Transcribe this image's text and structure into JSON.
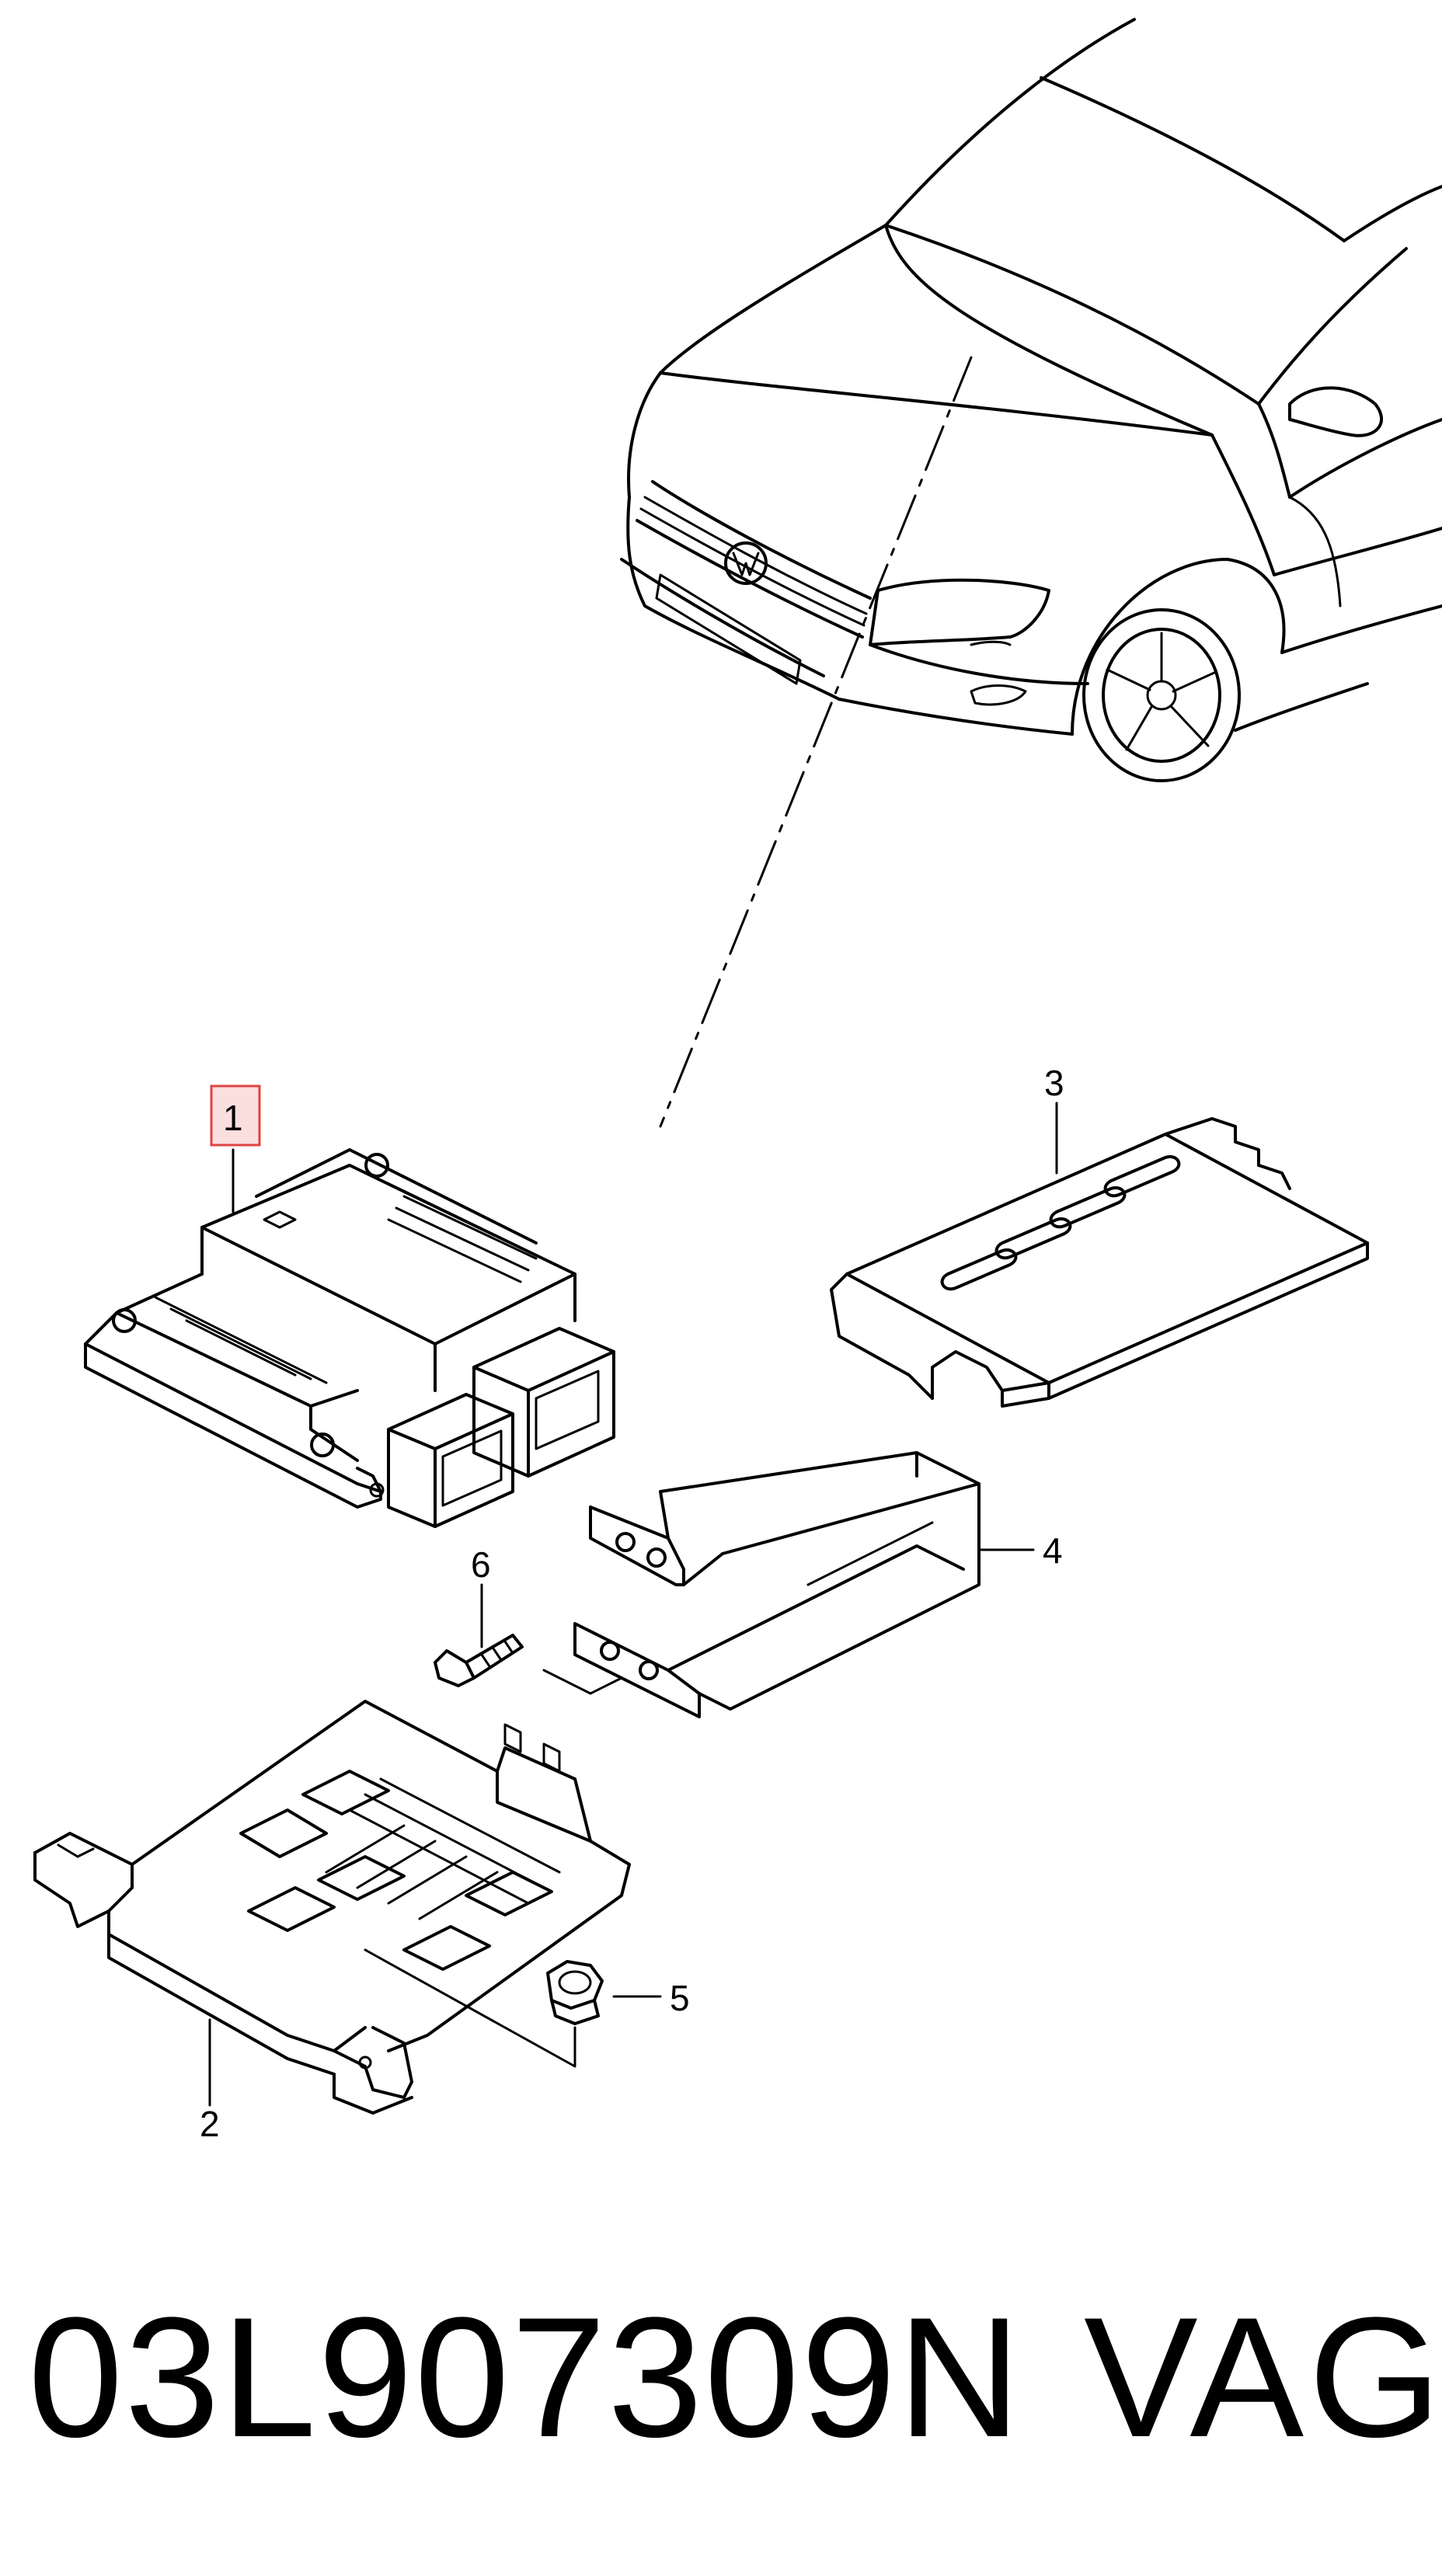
{
  "callouts": [
    {
      "id": "1",
      "label": "1",
      "highlighted": true
    },
    {
      "id": "2",
      "label": "2"
    },
    {
      "id": "3",
      "label": "3"
    },
    {
      "id": "4",
      "label": "4"
    },
    {
      "id": "5",
      "label": "5"
    },
    {
      "id": "6",
      "label": "6"
    }
  ],
  "footer": {
    "part_number": "03L907309N",
    "brand": "VAG"
  },
  "colors": {
    "line": "#000000",
    "highlight_fill": "#fbdede",
    "highlight_stroke": "#dd4444"
  }
}
